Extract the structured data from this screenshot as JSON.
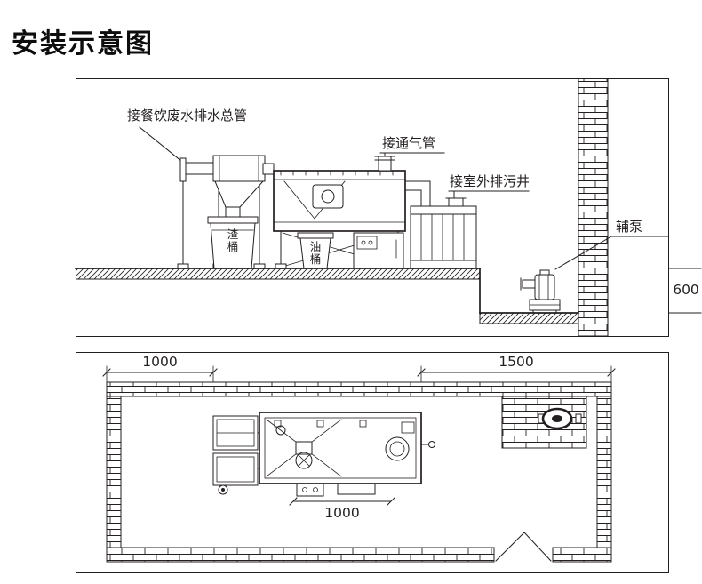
{
  "page": {
    "title": "安装示意图"
  },
  "elevation_view": {
    "labels": {
      "inlet_pipe": "接餐饮废水排水总管",
      "vent_pipe": "接通气管",
      "outdoor_sewage_well": "接室外排污井",
      "auxiliary_pump": "辅泵",
      "slag_bucket": "渣桶",
      "oil_bucket": "油桶"
    },
    "dimensions": {
      "pit_depth": "600"
    }
  },
  "plan_view": {
    "dimensions": {
      "left_clearance": "1000",
      "right_clearance": "1500",
      "unit_width": "1000"
    }
  },
  "colors": {
    "line": "#231f20",
    "background": "#ffffff"
  }
}
